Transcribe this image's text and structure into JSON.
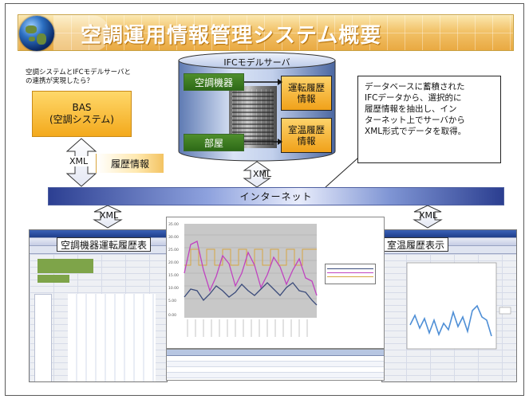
{
  "title": "空調運用情報管理システム概要",
  "caption": {
    "line1": "空調システムとIFCモデルサーバと",
    "line2": "の連携が実現したら？"
  },
  "bas": {
    "line1": "BAS",
    "line2": "(空調システム)"
  },
  "history_tag": "履歴情報",
  "xml_label": "XML",
  "server": {
    "title": "IFCモデルサーバ",
    "equipment": "空調機器",
    "room": "部屋",
    "op_history": {
      "line1": "運転履歴",
      "line2": "情報"
    },
    "temp_history": {
      "line1": "室温履歴",
      "line2": "情報"
    }
  },
  "note": {
    "line1": "データベースに蓄積された",
    "line2": "IFCデータから、選択的に",
    "line3": "履歴情報を抽出し、イン",
    "line4": "ターネット上でサーバから",
    "line5": "XML形式でデータを取得。"
  },
  "internet": "インターネット",
  "panels": {
    "equipment_history": "空調機器運転履歴表",
    "temp_history": "室温履歴表示"
  },
  "colors": {
    "accent": "#f0a11a",
    "equipment_green": "#3d7a22",
    "internet_blue": "#2c3f92"
  },
  "icons": [
    "globe-icon",
    "building-icon",
    "arrow-icon"
  ]
}
